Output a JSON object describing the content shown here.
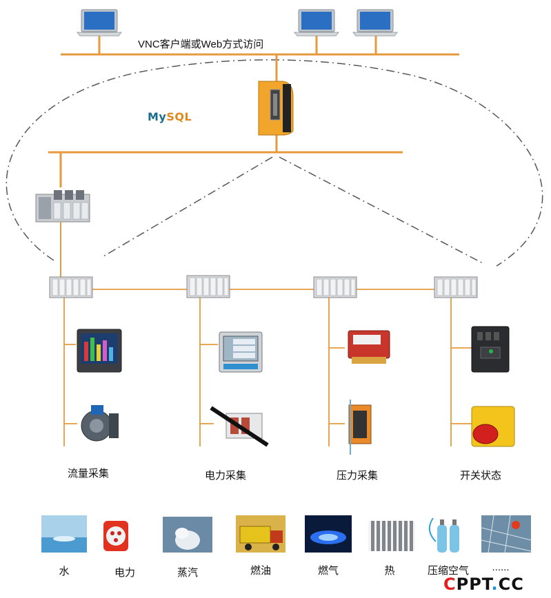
{
  "network": {
    "top_label": "VNC客户端或Web方式访问",
    "database": {
      "name_part1": "My",
      "name_part2": "SQL"
    }
  },
  "categories": [
    {
      "label": "流量采集"
    },
    {
      "label": "电力采集"
    },
    {
      "label": "压力采集"
    },
    {
      "label": "开关状态"
    }
  ],
  "resources": [
    {
      "label": "水",
      "icon": "water-drop-icon"
    },
    {
      "label": "电力",
      "icon": "power-plug-icon"
    },
    {
      "label": "蒸汽",
      "icon": "steam-icon"
    },
    {
      "label": "燃油",
      "icon": "fuel-truck-icon"
    },
    {
      "label": "燃气",
      "icon": "gas-flame-icon"
    },
    {
      "label": "热",
      "icon": "radiator-icon"
    },
    {
      "label": "压缩空气",
      "icon": "gas-cylinder-icon"
    },
    {
      "label": "......",
      "icon": "solar-panel-icon"
    }
  ],
  "watermark": {
    "c": "C",
    "rest": "PPT",
    "dot": ".",
    "tld": "CC"
  },
  "colors": {
    "line": "#e69a3c",
    "dash": "#555555",
    "device": "#f1a52a"
  }
}
